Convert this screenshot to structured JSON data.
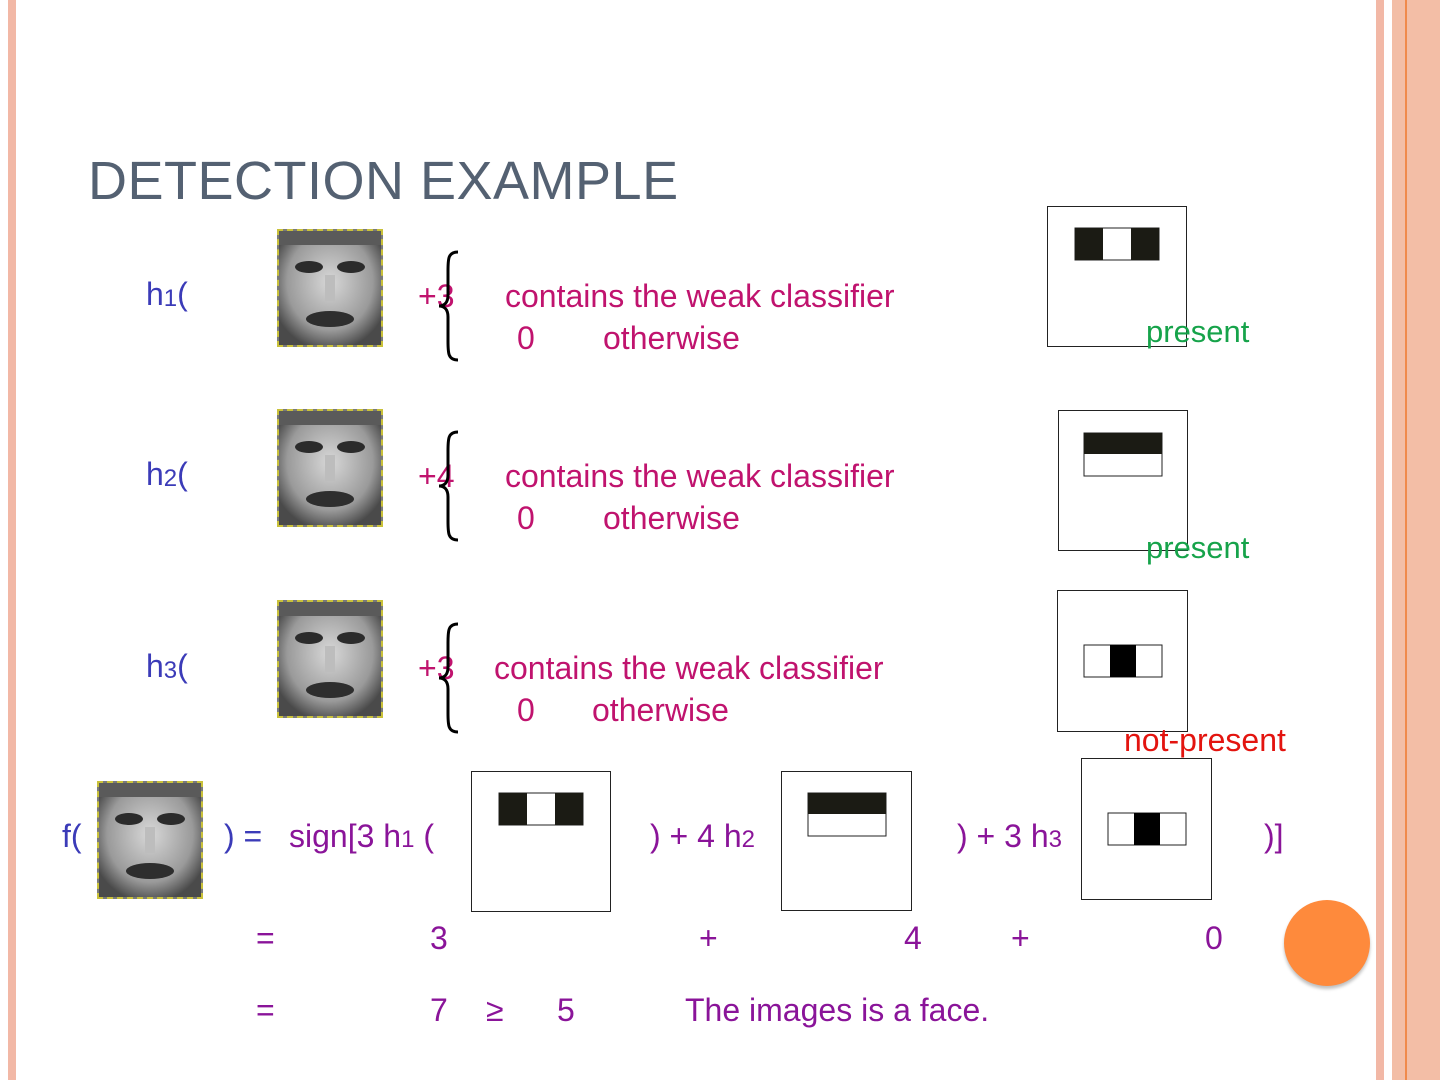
{
  "title": "DETECTION EXAMPLE",
  "rows": [
    {
      "h": "h",
      "sub": "1",
      "paren": "(",
      "value": "+3",
      "phrase": "contains the weak classifier",
      "zero": "0",
      "otherwise": "otherwise",
      "status": "present"
    },
    {
      "h": "h",
      "sub": "2",
      "paren": "(",
      "value": "+4",
      "phrase": "contains the weak classifier",
      "zero": "0",
      "otherwise": "otherwise",
      "status": "present"
    },
    {
      "h": "h",
      "sub": "3",
      "paren": "(",
      "value": "+3",
      "phrase": "contains the weak classifier",
      "zero": "0",
      "otherwise": "otherwise",
      "status": "not-present"
    }
  ],
  "formula": {
    "f_open": "f(",
    "eq_sign": ") =",
    "sign_part": "sign[3 h",
    "sub1": "1",
    "open1": " (",
    "plus4": ") + 4 h",
    "sub2": "2",
    "plus3": ") + 3 h",
    "sub3": "3",
    "close": ")]"
  },
  "line1": {
    "eq": "=",
    "a": "3",
    "p1": "+",
    "b": "4",
    "p2": "+",
    "c": "0"
  },
  "line2": {
    "eq": "=",
    "sum": "7",
    "geq": "≥",
    "threshold": "5",
    "conclusion": "The images is a face."
  },
  "colors": {
    "title": "#546172",
    "label_blue": "#3b3bb8",
    "magenta": "#c0136e",
    "present_green": "#16a34a",
    "not_present_red": "#e3140f",
    "formula_purple": "#8a1499",
    "accent_orange": "#fe8a3c"
  }
}
